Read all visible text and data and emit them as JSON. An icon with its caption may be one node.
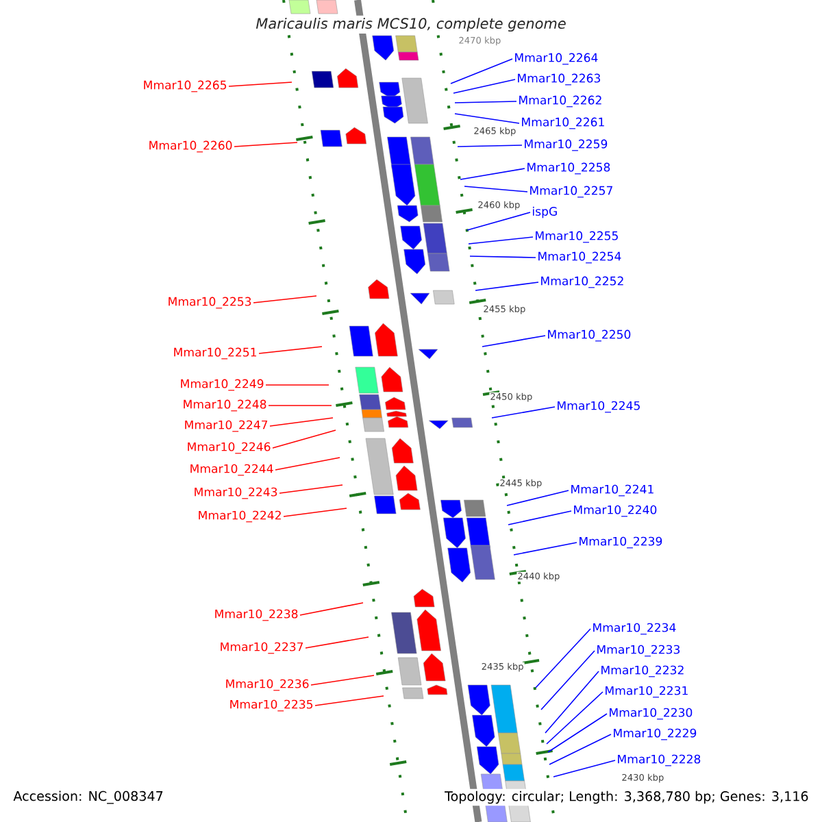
{
  "diagram": {
    "title": "Maricaulis maris MCS10, complete genome",
    "nodes": [
      {
        "text": [
          "Mmar10_2265"
        ]
      },
      {
        "text": [
          "Mmar10_2260"
        ]
      },
      {
        "text": [
          "Mmar10_2253"
        ]
      },
      {
        "text": [
          "Mmar10_2251"
        ]
      },
      {
        "text": [
          "Mmar10_2249"
        ]
      },
      {
        "text": [
          "Mmar10_2248"
        ]
      },
      {
        "text": [
          "Mmar10_2247"
        ]
      },
      {
        "text": [
          "Mmar10_2246"
        ]
      },
      {
        "text": [
          "Mmar10_2244"
        ]
      },
      {
        "text": [
          "Mmar10_2243"
        ]
      },
      {
        "text": [
          "Mmar10_2242"
        ]
      },
      {
        "text": [
          "Mmar10_2238"
        ]
      },
      {
        "text": [
          "Mmar10_2237"
        ]
      },
      {
        "text": [
          "Mmar10_2236"
        ]
      },
      {
        "text": [
          "Mmar10_2235"
        ]
      },
      {
        "text": [
          "Mmar10_2264"
        ]
      },
      {
        "text": [
          "Mmar10_2263"
        ]
      },
      {
        "text": [
          "Mmar10_2262"
        ]
      },
      {
        "text": [
          "Mmar10_2261"
        ]
      },
      {
        "text": [
          "Mmar10_2259"
        ]
      },
      {
        "text": [
          "Mmar10_2258"
        ]
      },
      {
        "text": [
          "Mmar10_2257"
        ]
      },
      {
        "text": [
          "ispG"
        ]
      },
      {
        "text": [
          "Mmar10_2255"
        ]
      },
      {
        "text": [
          "Mmar10_2254"
        ]
      },
      {
        "text": [
          "Mmar10_2252"
        ]
      },
      {
        "text": [
          "Mmar10_2250"
        ]
      },
      {
        "text": [
          "Mmar10_2245"
        ]
      },
      {
        "text": [
          "Mmar10_2241"
        ]
      },
      {
        "text": [
          "Mmar10_2240"
        ]
      },
      {
        "text": [
          "Mmar10_2239"
        ]
      },
      {
        "text": [
          "Mmar10_2234"
        ]
      },
      {
        "text": [
          "Mmar10_2233"
        ]
      },
      {
        "text": [
          "Mmar10_2232"
        ]
      },
      {
        "text": [
          "Mmar10_2231"
        ]
      },
      {
        "text": [
          "Mmar10_2230"
        ]
      },
      {
        "text": [
          "Mmar10_2229"
        ]
      },
      {
        "text": [
          "Mmar10_2228"
        ]
      }
    ],
    "edges": [
      {
        "from": 0,
        "to": null,
        "arrow": "none",
        "color": "#ff0000"
      },
      {
        "from": 1,
        "to": null,
        "arrow": "none",
        "color": "#ff0000"
      },
      {
        "from": 2,
        "to": null,
        "arrow": "none",
        "color": "#ff0000"
      },
      {
        "from": 3,
        "to": null,
        "arrow": "none",
        "color": "#ff0000"
      },
      {
        "from": 4,
        "to": null,
        "arrow": "none",
        "color": "#ff0000"
      },
      {
        "from": 5,
        "to": null,
        "arrow": "none",
        "color": "#ff0000"
      },
      {
        "from": 6,
        "to": null,
        "arrow": "none",
        "color": "#ff0000"
      },
      {
        "from": 7,
        "to": null,
        "arrow": "none",
        "color": "#ff0000"
      },
      {
        "from": 8,
        "to": null,
        "arrow": "none",
        "color": "#ff0000"
      },
      {
        "from": 9,
        "to": null,
        "arrow": "none",
        "color": "#ff0000"
      },
      {
        "from": 10,
        "to": null,
        "arrow": "none",
        "color": "#ff0000"
      },
      {
        "from": 11,
        "to": null,
        "arrow": "none",
        "color": "#ff0000"
      },
      {
        "from": 12,
        "to": null,
        "arrow": "none",
        "color": "#ff0000"
      },
      {
        "from": 13,
        "to": null,
        "arrow": "none",
        "color": "#ff0000"
      },
      {
        "from": 14,
        "to": null,
        "arrow": "none",
        "color": "#ff0000"
      },
      {
        "from": 15,
        "to": null,
        "arrow": "none"
      },
      {
        "from": 16,
        "to": null,
        "arrow": "none"
      },
      {
        "from": 17,
        "to": null,
        "arrow": "none"
      },
      {
        "from": 18,
        "to": null,
        "arrow": "none"
      },
      {
        "from": 19,
        "to": null,
        "arrow": "none"
      },
      {
        "from": 20,
        "to": null,
        "arrow": "none"
      },
      {
        "from": 21,
        "to": null,
        "arrow": "none"
      },
      {
        "from": 22,
        "to": null,
        "arrow": "none"
      },
      {
        "from": 23,
        "to": null,
        "arrow": "none"
      },
      {
        "from": 24,
        "to": null,
        "arrow": "none"
      },
      {
        "from": 25,
        "to": null,
        "arrow": "none"
      },
      {
        "from": 26,
        "to": null,
        "arrow": "none"
      },
      {
        "from": 27,
        "to": null,
        "arrow": "none"
      },
      {
        "from": 28,
        "to": null,
        "arrow": "none"
      },
      {
        "from": 29,
        "to": null,
        "arrow": "none"
      },
      {
        "from": 30,
        "to": null,
        "arrow": "none"
      },
      {
        "from": 31,
        "to": null,
        "arrow": "none"
      },
      {
        "from": 32,
        "to": null,
        "arrow": "none"
      },
      {
        "from": 33,
        "to": null,
        "arrow": "none"
      },
      {
        "from": 34,
        "to": null,
        "arrow": "none"
      },
      {
        "from": 35,
        "to": null,
        "arrow": "none"
      },
      {
        "from": 36,
        "to": null,
        "arrow": "none"
      },
      {
        "from": 37,
        "to": null,
        "arrow": "none"
      }
    ],
    "labels": [
      "2470 kbp",
      "2465 kbp",
      "2460 kbp",
      "2455 kbp",
      "2450 kbp",
      "2445 kbp",
      "2440 kbp",
      "2435 kbp",
      "2430 kbp",
      "Accession: NC_008347",
      "Topology: circular; Length: 3,368,780 bp; Genes: 3,116"
    ]
  }
}
